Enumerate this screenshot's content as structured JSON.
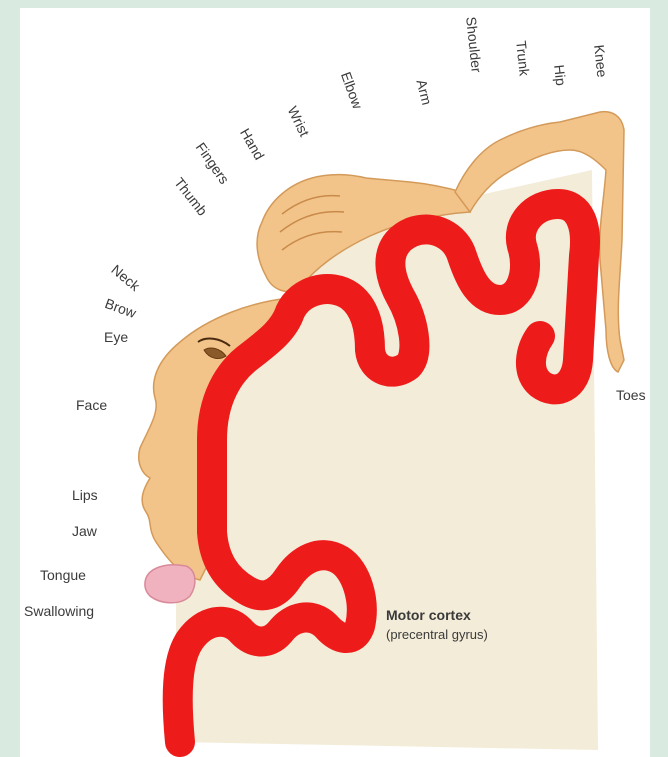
{
  "labels": {
    "neck": "Neck",
    "brow": "Brow",
    "eye": "Eye",
    "face": "Face",
    "lips": "Lips",
    "jaw": "Jaw",
    "tongue": "Tongue",
    "swallowing": "Swallowing",
    "thumb": "Thumb",
    "fingers": "Fingers",
    "hand": "Hand",
    "wrist": "Wrist",
    "elbow": "Elbow",
    "arm": "Arm",
    "shoulder": "Shoulder",
    "trunk": "Trunk",
    "hip": "Hip",
    "knee": "Knee",
    "toes": "Toes"
  },
  "caption": {
    "title": "Motor cortex",
    "subtitle": "(precentral gyrus)"
  },
  "colors": {
    "background": "#d9ebe0",
    "canvas": "#ffffff",
    "gyrus": "#ee1b1b",
    "skin": "#f2c489",
    "tissue": "#f3ecd8",
    "tongue": "#f0b2bf"
  }
}
